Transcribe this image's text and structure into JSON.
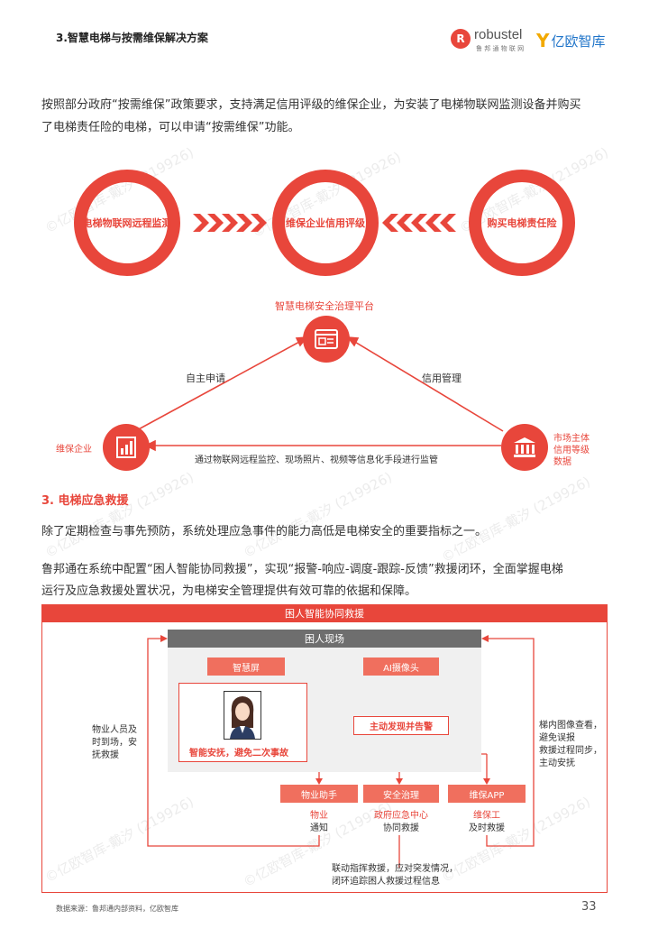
{
  "header": {
    "title": "3.智慧电梯与按需维保解决方案",
    "robustel_brand": "robustel",
    "robustel_sub": "鲁 邦 通 物 联 网",
    "yiou_brand": "亿欧智库"
  },
  "intro": {
    "line1": "按照部分政府“按需维保”政策要求，支持满足信用评级的维保企业，为安装了电梯物联网监测设备并购买",
    "line2": "了电梯责任险的电梯，可以申请“按需维保”功能。"
  },
  "circles": {
    "left": "电梯物联网远程监测",
    "center": "维保企业信用评级",
    "right": "购买电梯责任险"
  },
  "triangle": {
    "top_label": "智慧电梯安全治理平台",
    "left_label": "维保企业",
    "right_label_1": "市场主体",
    "right_label_2": "信用等级",
    "right_label_3": "数据",
    "edge_left": "自主申请",
    "edge_right": "信用管理",
    "edge_bottom": "通过物联网远程监控、现场照片、视频等信息化手段进行监管"
  },
  "section2": {
    "title": "3. 电梯应急救援",
    "para1": "除了定期检查与事先预防，系统处理应急事件的能力高低是电梯安全的重要指标之一。",
    "para2_line1": "鲁邦通在系统中配置“困人智能协同救援”，实现“报警-响应-调度-跟踪-反馈”救援闭环，全面掌握电梯",
    "para2_line2": "运行及应急救援处置状况，为电梯安全管理提供有效可靠的依据和保障。"
  },
  "rescue": {
    "title": "困人智能协同救援",
    "scene": "困人现场",
    "smart_screen": "智慧屏",
    "ai_camera": "AI摄像头",
    "alarm": "主动发现并告警",
    "comfort": "智能安抚，避免二次事故",
    "left_note_1": "物业人员及",
    "left_note_2": "时到场，安",
    "left_note_3": "抚救援",
    "right_note_1": "梯内图像查看，",
    "right_note_2": "避免误报",
    "right_note_3": "救援过程同步，",
    "right_note_4": "主动安抚",
    "box_property": "物业助手",
    "box_safety": "安全治理",
    "box_app": "维保APP",
    "under_property_1": "物业",
    "under_property_2": "通知",
    "under_safety_1": "政府应急中心",
    "under_safety_2": "协同救援",
    "under_app_1": "维保工",
    "under_app_2": "及时救援",
    "bottom_note_1": "联动指挥救援，应对突发情况，",
    "bottom_note_2": "闭环追踪困人救援过程信息"
  },
  "footer": {
    "source": "数据来源：鲁邦通内部资料，亿欧智库",
    "page": "33"
  },
  "watermark": "©亿欧智库-戴汐 (219926)",
  "colors": {
    "accent": "#e8463b",
    "pill": "#f06f5e",
    "scene_bar": "#6e6e6e"
  }
}
